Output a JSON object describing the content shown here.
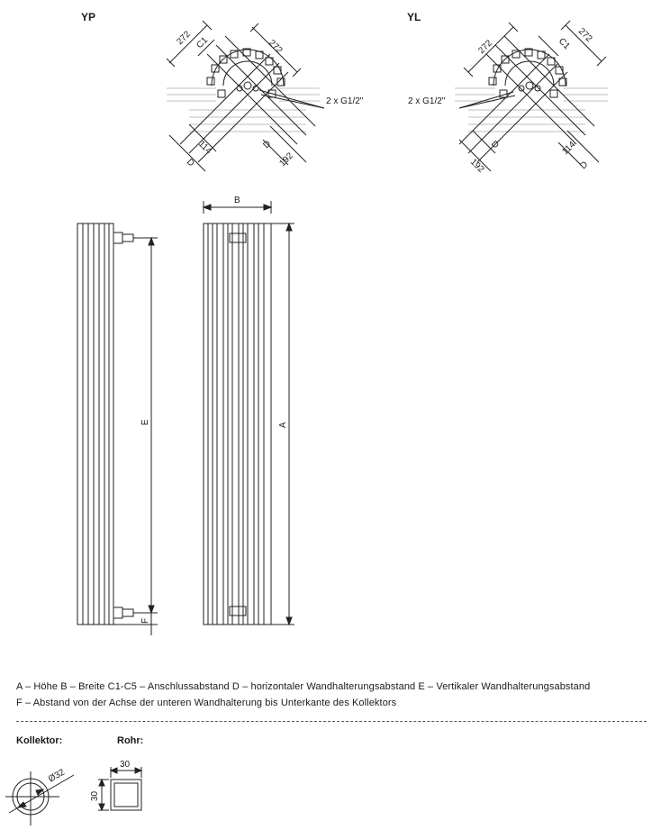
{
  "views": {
    "yp": {
      "title": "YP",
      "dim_272_left": "272",
      "dim_c1": "C1",
      "dim_272_right": "272",
      "dim_d_left": "D",
      "dim_114": "114",
      "dim_d_right": "D",
      "dim_192": "192",
      "connection_label": "2 x G1/2\""
    },
    "yl": {
      "title": "YL",
      "dim_272_left": "272",
      "dim_c1": "C1",
      "dim_272_right": "272",
      "dim_d_left": "D",
      "dim_192": "192",
      "dim_114": "114",
      "dim_d_right": "D",
      "connection_label": "2 x G1/2\""
    }
  },
  "side_view": {
    "dim_e": "E",
    "dim_f": "F"
  },
  "front_view": {
    "dim_b": "B",
    "dim_a": "A"
  },
  "legend": {
    "line1": "A – Höhe   B – Breite   C1-C5 – Anschlussabstand   D – horizontaler Wandhalterungsabstand   E – Vertikaler Wandhalterungsabstand",
    "line2": "F – Abstand von der Achse der unteren Wandhalterung bis Unterkante des Kollektors"
  },
  "profiles": {
    "kollektor_label": "Kollektor:",
    "rohr_label": "Rohr:",
    "kollektor_diameter": "Ø32",
    "rohr_width": "30",
    "rohr_height": "30"
  }
}
